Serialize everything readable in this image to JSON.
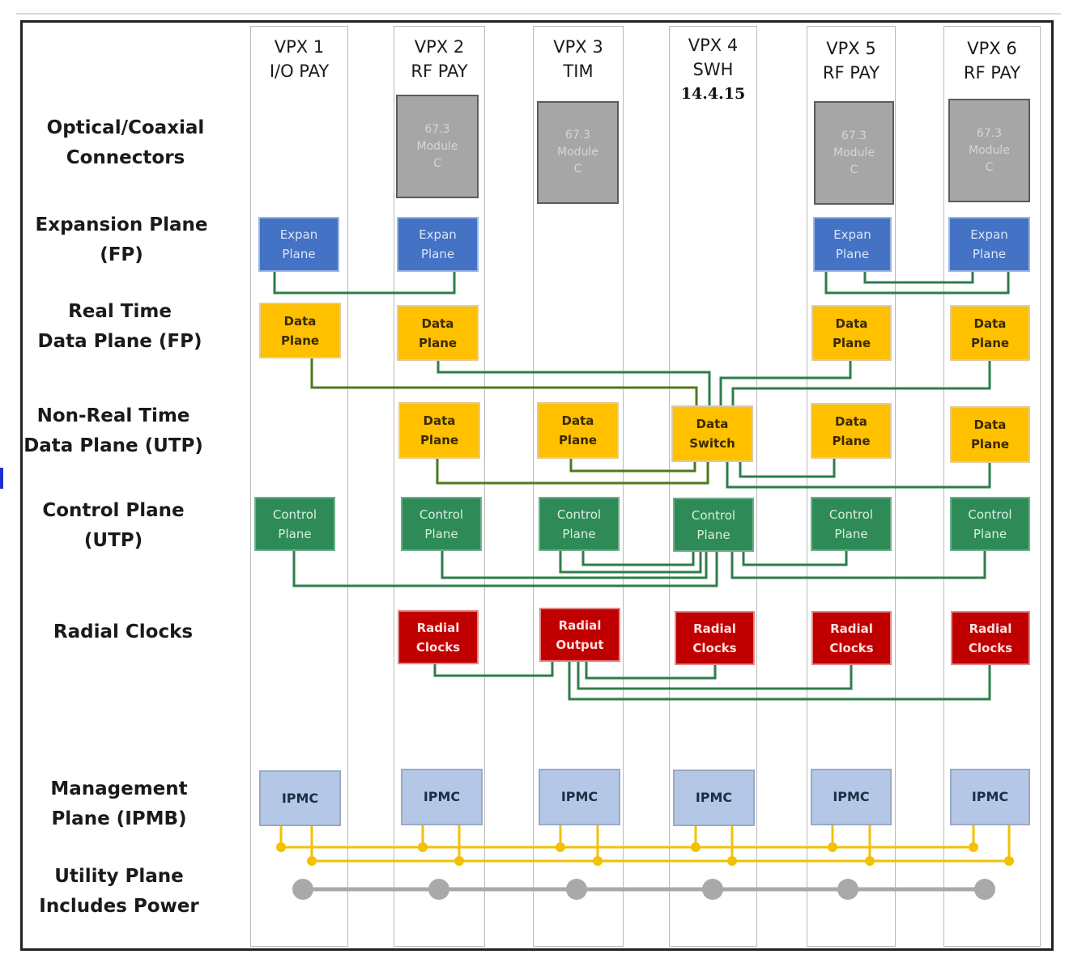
{
  "columns": [
    {
      "line1": "VPX 1",
      "line2": "I/O PAY"
    },
    {
      "line1": "VPX 2",
      "line2": "RF PAY"
    },
    {
      "line1": "VPX 3",
      "line2": "TIM"
    },
    {
      "line1": "VPX 4",
      "line2": "SWH",
      "note": "14.4.15"
    },
    {
      "line1": "VPX 5",
      "line2": "RF PAY"
    },
    {
      "line1": "VPX 6",
      "line2": "RF PAY"
    }
  ],
  "rows": {
    "optical": "Optical/Coaxial\nConnectors",
    "expansion": "Expansion Plane\n(FP)",
    "realtime": "Real Time\nData Plane (FP)",
    "nonrealtime": "Non-Real Time\nData Plane (UTP)",
    "control": "Control Plane\n(UTP)",
    "clocks": "Radial Clocks",
    "management": "Management\nPlane (IPMB)",
    "utility": "Utility Plane\nIncludes Power"
  },
  "blocks": {
    "module": "67.3\nModule\nC",
    "expansion": "Expan\nPlane",
    "data_plane": "Data\nPlane",
    "data_switch": "Data\nSwitch",
    "control_plane": "Control\nPlane",
    "radial_clocks": "Radial\nClocks",
    "radial_output": "Radial\nOutput",
    "ipmc": "IPMC"
  },
  "colors": {
    "module": "#a6a6a6",
    "expansion": "#4472c4",
    "data": "#ffc000",
    "control": "#2e8b57",
    "clocks": "#c00000",
    "ipmc": "#b4c7e7",
    "wire_green": "#2e7d4a",
    "wire_olive": "#4d7a1f",
    "bus_yellow": "#f2c200",
    "bus_gray": "#a9a9a9"
  }
}
